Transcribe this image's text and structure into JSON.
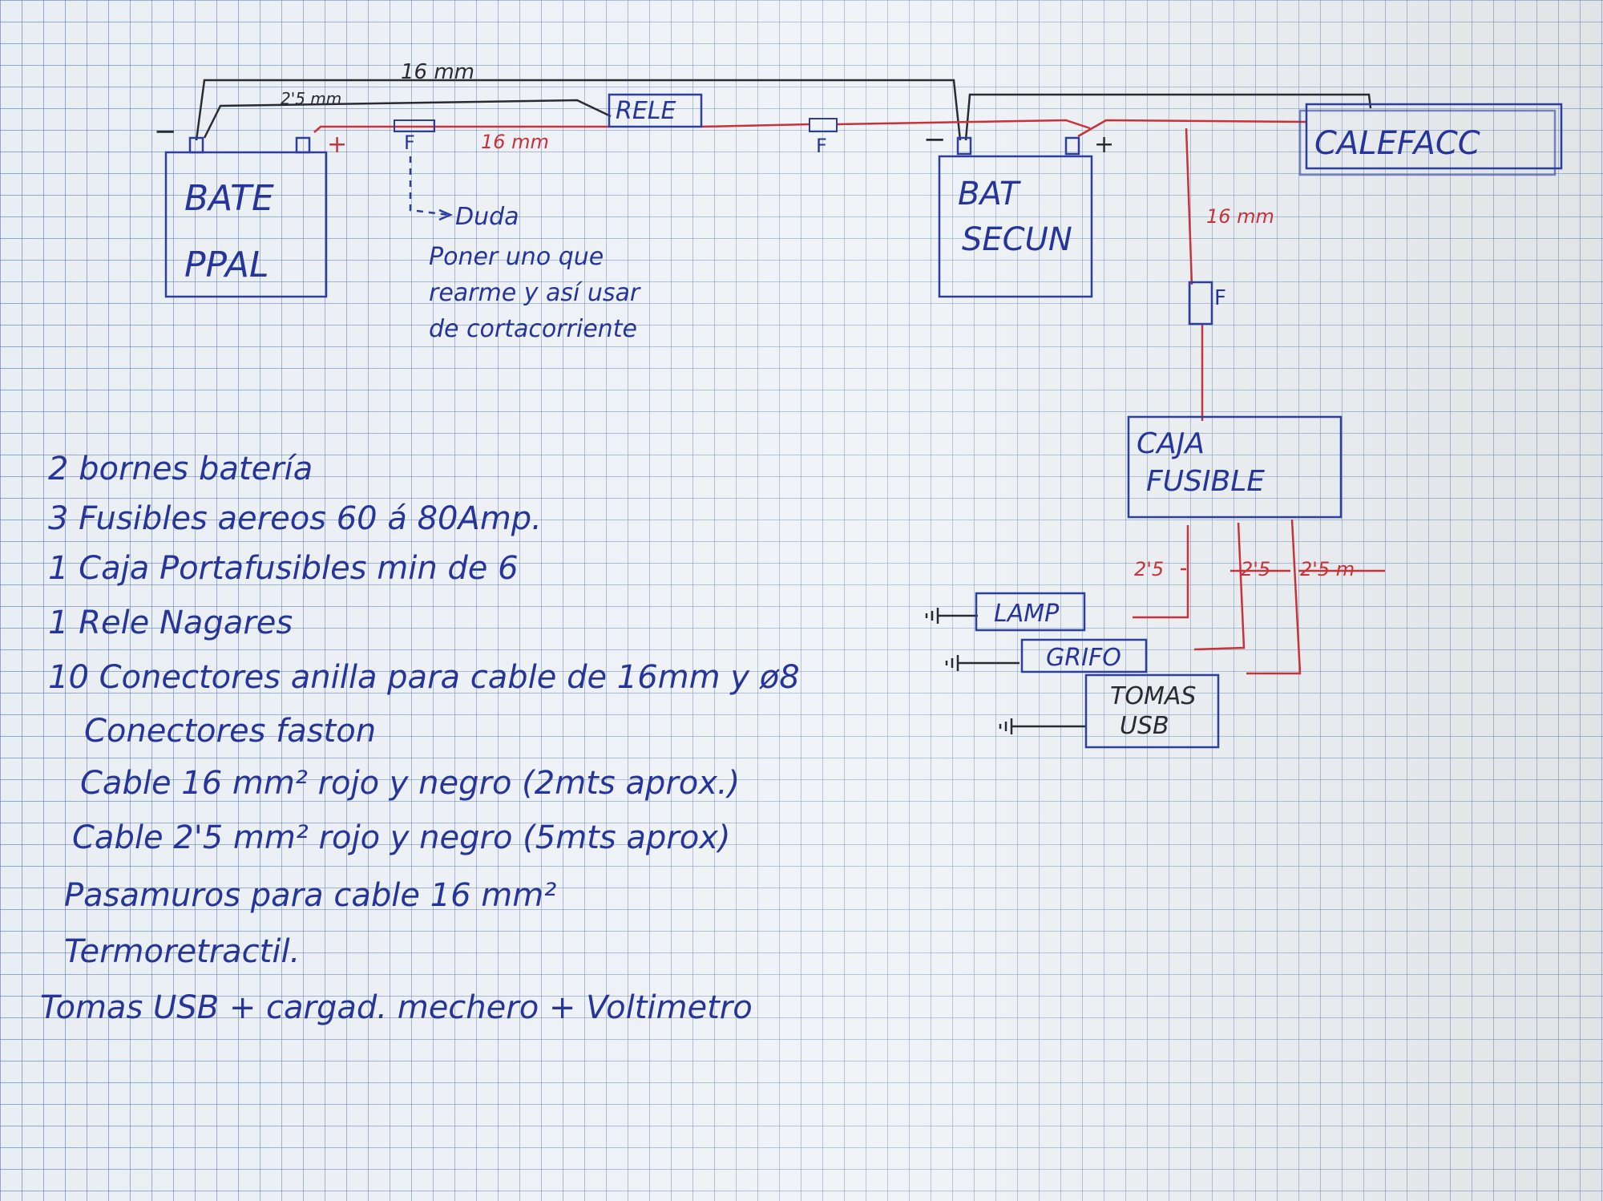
{
  "diagram": {
    "labels": {
      "wire_top_black": "16 mm",
      "wire_thin_black": "2'5 mm",
      "wire_red_main": "16 mm",
      "wire_red_fuse": "16 mm",
      "wire_small_1": "2'5",
      "wire_small_2": "2'5",
      "wire_small_3": "2'5 m",
      "fuse": "F",
      "minus": "−",
      "plus": "+"
    },
    "components": {
      "battery_main": {
        "line1": "BATE",
        "line2": "PPAL"
      },
      "battery_secondary": {
        "line1": "BAT",
        "line2": "SECUN"
      },
      "relay": "RELE",
      "heater": "CALEFACC",
      "fuse_box": {
        "line1": "CAJA",
        "line2": "FUSIBLE"
      },
      "lamp": "LAMP",
      "tap": "GRIFO",
      "usb_sockets": {
        "line1": "TOMAS",
        "line2": "USB"
      }
    },
    "note": {
      "arrow_label": "Duda",
      "lines": [
        "Poner uno que",
        "rearme y así usar",
        "de cortacorriente"
      ]
    }
  },
  "shopping_list": [
    "2 bornes batería",
    "3 Fusibles aereos 60 á 80Amp.",
    "1 Caja Portafusibles min de 6",
    "1 Rele Nagares",
    "10 Conectores anilla para cable de 16mm y ø8",
    "Conectores faston",
    "Cable 16 mm² rojo y negro (2mts aprox.)",
    "Cable 2'5 mm² rojo y negro (5mts aprox)",
    "Pasamuros para cable 16 mm²",
    "Termoretractil.",
    "Tomas USB + cargad. mechero + Voltimetro"
  ],
  "colors": {
    "ink_blue": "#26359a",
    "wire_red": "#c8323a",
    "wire_black": "#2a2a33",
    "grid": "#466eb4"
  }
}
